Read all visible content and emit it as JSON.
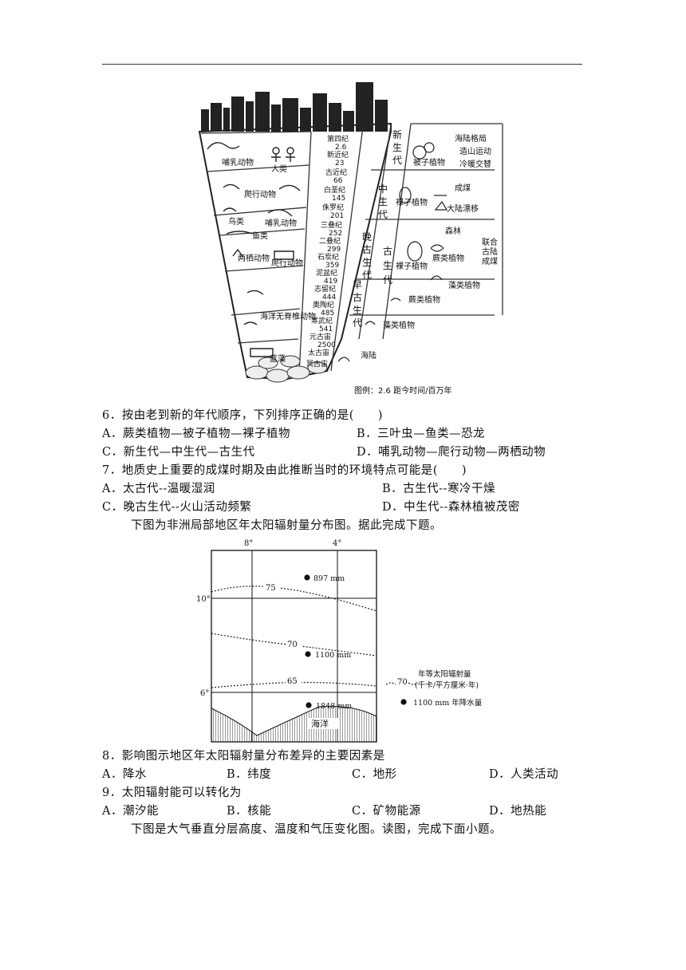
{
  "geo_figure": {
    "era_label": "图例：2.6 距今时间/百万年",
    "left_column": {
      "row1": [
        "哺乳动物",
        "人类"
      ],
      "row2": [
        "爬行动物",
        "鸟类",
        "哺乳动物"
      ],
      "row3": [
        "鱼类"
      ],
      "row4": [
        "两栖动物",
        "爬行动物"
      ],
      "row5": [
        "海洋无脊椎动物"
      ],
      "row6": [
        "蓝藻"
      ]
    },
    "periods": [
      "第四纪",
      "2.6",
      "新近纪",
      "23",
      "古近纪",
      "66",
      "白垩纪",
      "145",
      "侏罗纪",
      "201",
      "三叠纪",
      "252",
      "二叠纪",
      "299",
      "石炭纪",
      "359",
      "泥盆纪",
      "419",
      "志留纪",
      "444",
      "奥陶纪",
      "485",
      "寒武纪",
      "541",
      "元古宙",
      "2500",
      "太古宙",
      "冥古宙"
    ],
    "eras": [
      "新生代",
      "中生代",
      "古生代",
      "晚古生代",
      "早古生代"
    ],
    "right_notes": [
      "海陆格局",
      "造山运动",
      "被子植物",
      "冷暖交替",
      "成煤",
      "裸子植物",
      "大陆漂移",
      "森林",
      "联合古陆",
      "蕨类植物",
      "成煤",
      "裸子植物",
      "藻类植物",
      "蕨类植物",
      "海陆"
    ]
  },
  "q6": {
    "stem": "6．按由老到新的年代顺序，下列排序正确的是(　　)",
    "options": {
      "A": "A．蕨类植物—被子植物—裸子植物",
      "B": "B．三叶虫—鱼类—恐龙",
      "C": "C．新生代—中生代—古生代",
      "D": "D．哺乳动物—爬行动物—两栖动物"
    }
  },
  "q7": {
    "stem": "7．地质史上重要的成煤时期及由此推断当时的环境特点可能是(　　)",
    "options": {
      "A": "A．太古代--温暖湿润",
      "B": "B．古生代--寒冷干燥",
      "C": "C．晚古生代--火山活动频繁",
      "D": "D．中生代--森林植被茂密"
    }
  },
  "intro_africa": "下图为非洲局部地区年太阳辐射量分布图。据此完成下题。",
  "map": {
    "lon_labels": [
      "8°",
      "4°"
    ],
    "lat_labels": [
      "10°",
      "6°"
    ],
    "isolines": [
      "75",
      "70",
      "65"
    ],
    "points": [
      "897 mm",
      "1100 mm",
      "1848 mm"
    ],
    "ocean": "海洋",
    "legend_line_value": "70",
    "legend_line_text1": "年等太阳辐射量",
    "legend_line_text2": "(千卡/平方厘米·年)",
    "legend_point_text": "1100 mm 年降水量"
  },
  "q8": {
    "stem": "8．影响图示地区年太阳辐射量分布差异的主要因素是",
    "options": {
      "A": "A．降水",
      "B": "B．纬度",
      "C": "C．地形",
      "D": "D．人类活动"
    }
  },
  "q9": {
    "stem": "9．太阳辐射能可以转化为",
    "options": {
      "A": "A．潮汐能",
      "B": "B．核能",
      "C": "C．矿物能源",
      "D": "D．地热能"
    }
  },
  "intro_atmos": "下图是大气垂直分层高度、温度和气压变化图。读图，完成下面小题。"
}
